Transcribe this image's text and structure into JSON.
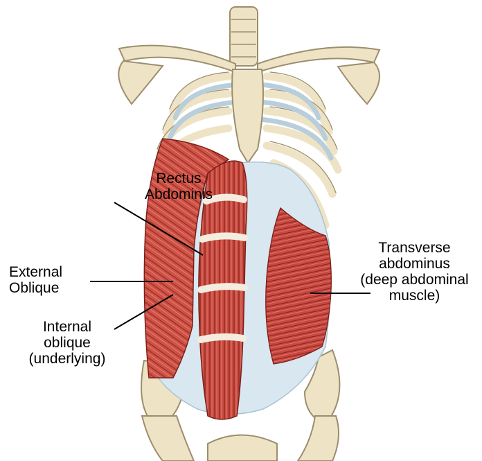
{
  "labels": {
    "rectus": [
      "Rectus",
      "Abdominis"
    ],
    "external": [
      "External",
      "Oblique"
    ],
    "internal": [
      "Internal",
      "oblique",
      "(underlying)"
    ],
    "transverse": [
      "Transverse",
      "abdominus",
      "(deep abdominal",
      "muscle)"
    ]
  },
  "colors": {
    "bone": "#efe3c6",
    "bone_outline": "#9c8e6d",
    "muscle": "#c8463e",
    "muscle_light": "#e07d72",
    "fascia": "#d8e7f0"
  }
}
